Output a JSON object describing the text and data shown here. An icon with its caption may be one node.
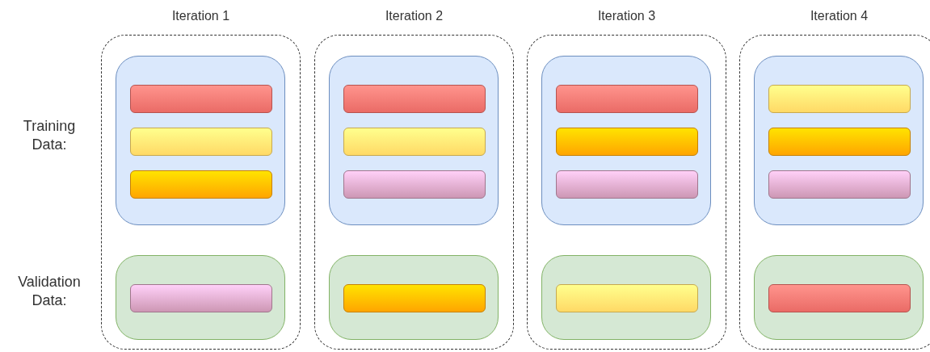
{
  "diagram": {
    "nodes": [
      {
        "text": [
          "Iteration 1"
        ]
      },
      {
        "text": [],
        "shape": "box",
        "in": 0
      },
      {
        "text": [],
        "shape": "bar",
        "in": 1
      },
      {
        "text": [],
        "shape": "bar",
        "in": 1
      },
      {
        "text": [],
        "shape": "bar",
        "in": 1
      },
      {
        "text": [],
        "shape": "box",
        "in": 0
      },
      {
        "text": [],
        "shape": "bar",
        "in": 5
      },
      {
        "text": [
          "Iteration 2"
        ]
      },
      {
        "text": [],
        "shape": "box",
        "in": 7
      },
      {
        "text": [],
        "shape": "bar",
        "in": 8
      },
      {
        "text": [],
        "shape": "bar",
        "in": 8
      },
      {
        "text": [],
        "shape": "bar",
        "in": 8
      },
      {
        "text": [],
        "shape": "box",
        "in": 7
      },
      {
        "text": [],
        "shape": "bar",
        "in": 12
      },
      {
        "text": [
          "Iteration 3"
        ]
      },
      {
        "text": [],
        "shape": "box",
        "in": 14
      },
      {
        "text": [],
        "shape": "bar",
        "in": 15
      },
      {
        "text": [],
        "shape": "bar",
        "in": 15
      },
      {
        "text": [],
        "shape": "bar",
        "in": 15
      },
      {
        "text": [],
        "shape": "box",
        "in": 14
      },
      {
        "text": [],
        "shape": "bar",
        "in": 19
      },
      {
        "text": [
          "Iteration 4"
        ]
      },
      {
        "text": [],
        "shape": "box",
        "in": 21
      },
      {
        "text": [],
        "shape": "bar",
        "in": 22
      },
      {
        "text": [],
        "shape": "bar",
        "in": 22
      },
      {
        "text": [],
        "shape": "bar",
        "in": 22
      },
      {
        "text": [],
        "shape": "box",
        "in": 21
      },
      {
        "text": [],
        "shape": "bar",
        "in": 26
      }
    ],
    "edges": [],
    "labels": [
      "Training Data:",
      "Validation Data:"
    ]
  }
}
